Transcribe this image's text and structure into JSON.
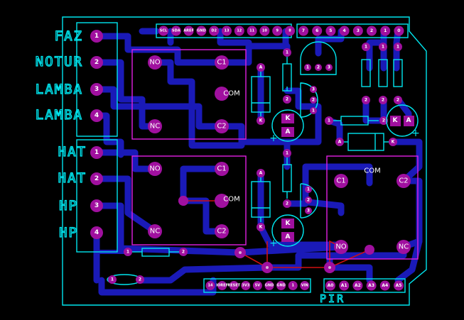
{
  "side_labels": [
    "FAZ",
    "NOTUR",
    "LAMBA",
    "LAMBA",
    "HAT",
    "HAT",
    "HP",
    "HP"
  ],
  "connector_pins": [
    "1",
    "2",
    "3",
    "4"
  ],
  "relay": {
    "no": "NO",
    "nc": "NC",
    "com": "COM",
    "c1": "C1",
    "c2": "C2"
  },
  "led": {
    "k": "K",
    "a": "A"
  },
  "pin1": "1",
  "pin2": "2",
  "pin3": "3",
  "header_top_left": [
    "SCL",
    "SDA",
    "AREF",
    "GND",
    "D2",
    "13",
    "12",
    "11",
    "10",
    "9",
    "8"
  ],
  "header_top_right": [
    "7",
    "6",
    "5",
    "4",
    "3",
    "2",
    "1",
    "0"
  ],
  "header_bottom_power": [
    "14",
    "IOREF",
    "RESET",
    "3V3",
    "5V",
    "GND",
    "GND",
    "1",
    "VIN"
  ],
  "header_bottom_analog": [
    "A0",
    "A1",
    "A2",
    "A3",
    "A4",
    "A5"
  ],
  "plus": "+",
  "bottom_label": "PIR",
  "colors": {
    "background": "#000000",
    "silkscreen": "#00e5ee",
    "outline": "#e020e0",
    "trace": "#1a1ab8",
    "pad": "#a0109f"
  }
}
